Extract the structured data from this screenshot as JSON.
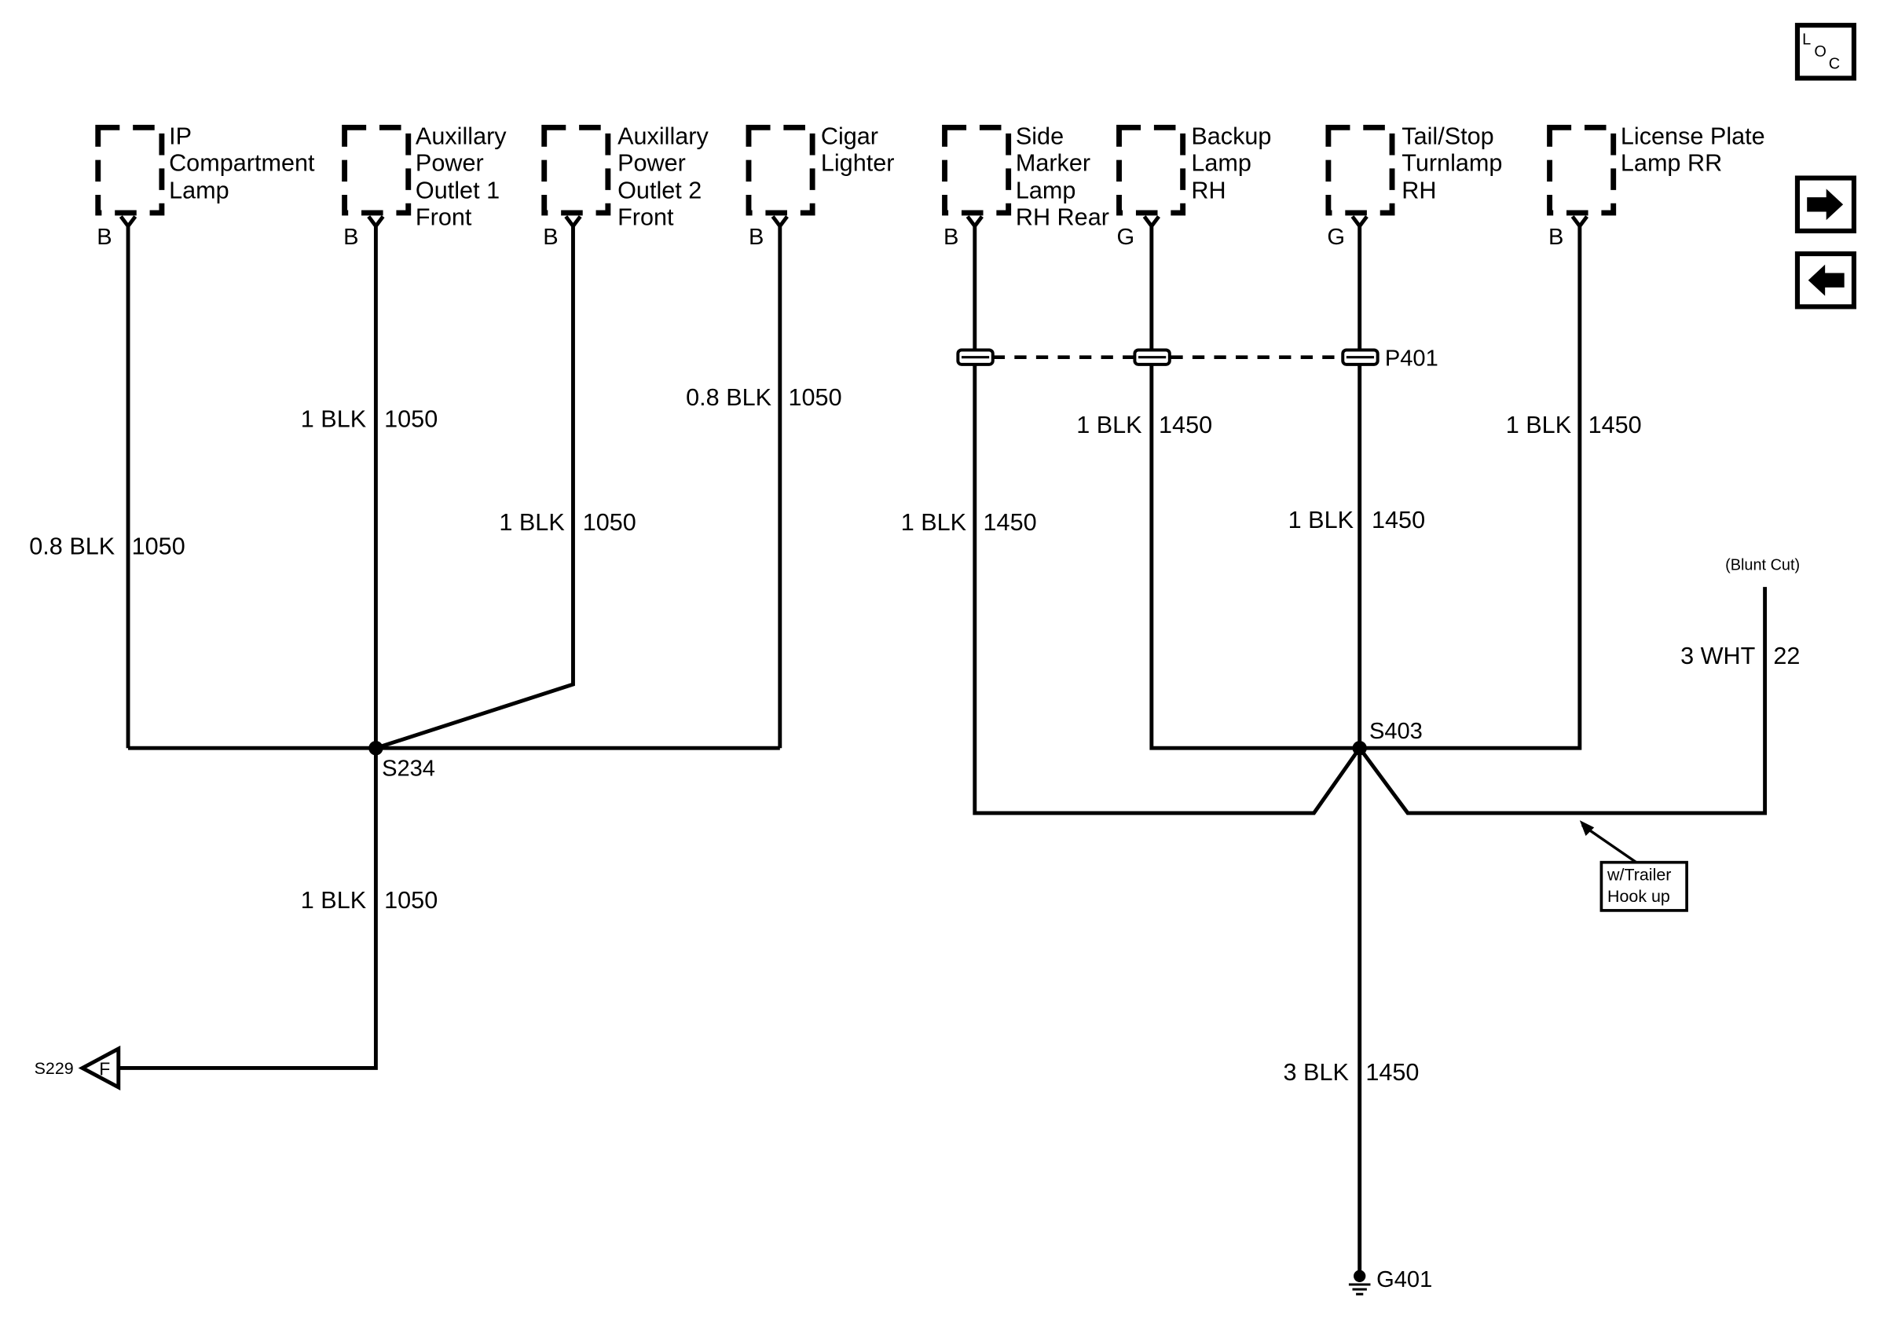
{
  "nav": {
    "loc_main": "L",
    "loc_sub1": "O",
    "loc_sub2": "C",
    "forward_icon": "arrow-right-icon",
    "back_icon": "arrow-left-icon"
  },
  "components": [
    {
      "id": "ip-compartment-lamp",
      "lines": [
        "IP",
        "Compartment",
        "Lamp"
      ],
      "pin": "B"
    },
    {
      "id": "aux-power-outlet-1",
      "lines": [
        "Auxillary",
        "Power",
        "Outlet 1",
        "Front"
      ],
      "pin": "B"
    },
    {
      "id": "aux-power-outlet-2",
      "lines": [
        "Auxillary",
        "Power",
        "Outlet 2",
        "Front"
      ],
      "pin": "B"
    },
    {
      "id": "cigar-lighter",
      "lines": [
        "Cigar",
        "Lighter"
      ],
      "pin": "B"
    },
    {
      "id": "side-marker-lamp",
      "lines": [
        "Side",
        "Marker",
        "Lamp",
        "RH Rear"
      ],
      "pin": "B"
    },
    {
      "id": "backup-lamp",
      "lines": [
        "Backup",
        "Lamp",
        "RH"
      ],
      "pin": "G"
    },
    {
      "id": "tail-stop-turnlamp",
      "lines": [
        "Tail/Stop",
        "Turnlamp",
        "RH"
      ],
      "pin": "G"
    },
    {
      "id": "license-plate-lamp",
      "lines": [
        "License Plate",
        "Lamp RR"
      ],
      "pin": "B"
    }
  ],
  "wires": [
    {
      "id": "ip-lamp",
      "gauge": "0.8 BLK",
      "circuit": "1050"
    },
    {
      "id": "aux-1",
      "gauge": "1 BLK",
      "circuit": "1050"
    },
    {
      "id": "aux-2",
      "gauge": "1 BLK",
      "circuit": "1050"
    },
    {
      "id": "cigar",
      "gauge": "0.8 BLK",
      "circuit": "1050"
    },
    {
      "id": "s234-to-s229",
      "gauge": "1 BLK",
      "circuit": "1050"
    },
    {
      "id": "side-marker",
      "gauge": "1 BLK",
      "circuit": "1450"
    },
    {
      "id": "backup",
      "gauge": "1 BLK",
      "circuit": "1450"
    },
    {
      "id": "tail-stop",
      "gauge": "1 BLK",
      "circuit": "1450"
    },
    {
      "id": "license",
      "gauge": "1 BLK",
      "circuit": "1450"
    },
    {
      "id": "trailer",
      "gauge": "3 WHT",
      "circuit": "22"
    },
    {
      "id": "ground",
      "gauge": "3 BLK",
      "circuit": "1450"
    }
  ],
  "splices": {
    "s234": "S234",
    "s403": "S403"
  },
  "connector": "P401",
  "ground": "G401",
  "offpage": {
    "ref": "S229",
    "letter": "F"
  },
  "notes": {
    "blunt_cut": "(Blunt Cut)",
    "trailer_line1": "w/Trailer",
    "trailer_line2": "Hook up"
  },
  "colors": {
    "ink": "#000000",
    "background": "#ffffff"
  }
}
